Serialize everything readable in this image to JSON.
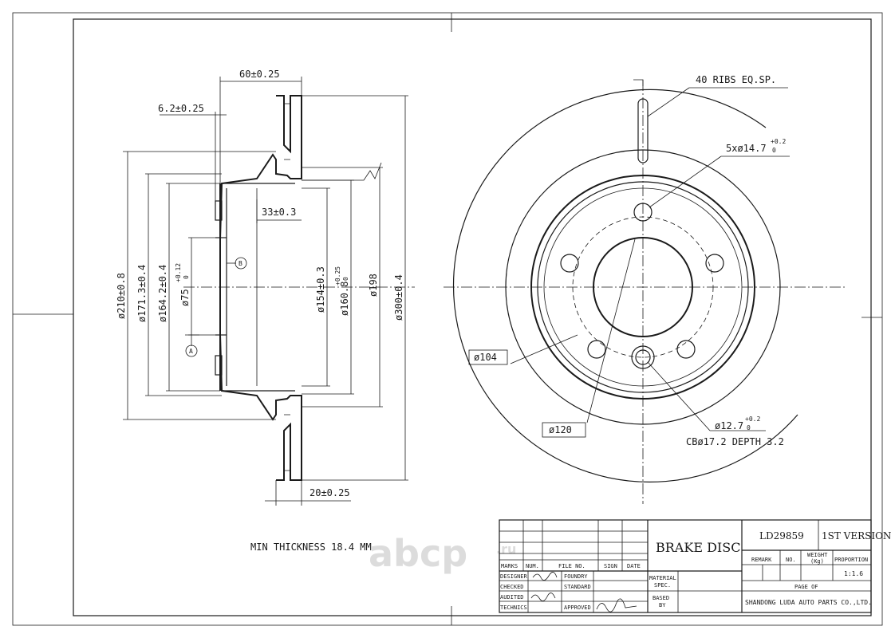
{
  "title_block": {
    "drawing_name": "BRAKE DISC",
    "part_number": "LD29859",
    "version": "1ST VERSION",
    "headers": {
      "marks": "MARKS",
      "num": "NUM.",
      "file_no": "FILE NO.",
      "sign": "SIGN",
      "date": "DATE",
      "designer": "DESIGNER",
      "checked": "CHECKED",
      "audited": "AUDITED",
      "technics": "TECHNICS",
      "foundry": "FOUNDRY",
      "standard": "STANDARD",
      "approved": "APPROVED",
      "material_spec_1": "MATERIAL",
      "material_spec_2": "SPEC.",
      "based_by_1": "BASED",
      "based_by_2": "BY",
      "remark": "REMARK",
      "no": "NO.",
      "weight_1": "WEIGHT",
      "weight_2": "(Kg)",
      "proportion": "PROPORTION",
      "proportion_value": "1:1.6",
      "page_of": "PAGE OF"
    },
    "company": "SHANDONG LUDA AUTO PARTS CO.,LTD."
  },
  "notes": {
    "min_thickness": "MIN THICKNESS 18.4 MM"
  },
  "section_view": {
    "dims": {
      "width_total": "60±0.25",
      "hat_wall": "6.2±0.25",
      "hat_depth": "33±0.3",
      "disc_thickness": "20±0.25",
      "d210": "ø210±0.8",
      "d171": "ø171.3±0.4",
      "d164": "ø164.2±0.4",
      "d75": "ø75",
      "d75_tol_up": "+0.12",
      "d75_tol_low": "0",
      "d154": "ø154±0.3",
      "d160": "ø160.8",
      "d160_tol_up": "+0.25",
      "d160_tol_low": "0",
      "d198": "ø198",
      "d300": "ø300±0.4"
    },
    "datum_a": "A",
    "datum_b": "B"
  },
  "front_view": {
    "ribs": "40 RIBS EQ.SP.",
    "holes": "5xø14.7",
    "holes_tol_up": "+0.2",
    "holes_tol_low": "0",
    "pcd": "ø104",
    "d120": "ø120",
    "center_hole": "ø12.7",
    "center_tol_up": "+0.2",
    "center_tol_low": "0",
    "counterbore": "CBø17.2 DEPTH 3.2"
  },
  "watermark": {
    "brand": "abcp",
    "suffix": ".ru"
  },
  "colors": {
    "ink": "#1a1a1a",
    "watermark": "#dcdcdc"
  }
}
